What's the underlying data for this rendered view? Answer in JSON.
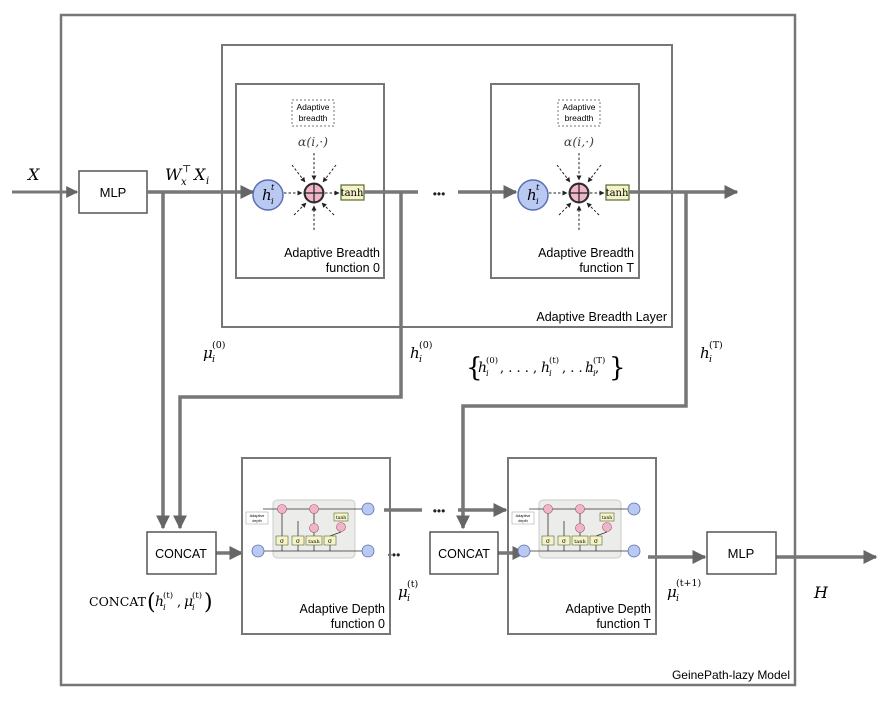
{
  "model_label": "GeinePath-lazy Model",
  "layer_label": "Adaptive  Breadth Layer",
  "input_label": "X",
  "output_label": "H",
  "mlp_in_label": "MLP",
  "mlp_out_label": "MLP",
  "proj_label": "W",
  "proj_sup": "⊤",
  "proj_sub": "x",
  "proj_rest": "X",
  "proj_rest_sub": "i",
  "breadth0": {
    "title_line1": "Adaptive  Breadth",
    "title_line2": "function 0",
    "badge_line1": "Adaptive",
    "badge_line2": "breadth",
    "alpha": "α(i,·)",
    "node": "h",
    "node_sub": "i",
    "node_sup": "t",
    "op": "⊕",
    "act": "tanh"
  },
  "breadthT": {
    "title_line1": "Adaptive  Breadth",
    "title_line2": "function T",
    "badge_line1": "Adaptive",
    "badge_line2": "breadth",
    "alpha": "α(i,·)",
    "node": "h",
    "node_sub": "i",
    "node_sup": "t",
    "op": "⊕",
    "act": "tanh"
  },
  "dots": "•••",
  "mu0": {
    "base": "μ",
    "sub": "i",
    "sup": "(0)"
  },
  "h0": {
    "base": "h",
    "sub": "i",
    "sup": "(0)"
  },
  "hT": {
    "base": "h",
    "sub": "i",
    "sup": "(T)"
  },
  "set": {
    "open": "{",
    "close": "}",
    "items": [
      {
        "base": "h",
        "sub": "i",
        "sup": "(0)"
      },
      {
        "base": "h",
        "sub": "i",
        "sup": "(t)"
      },
      {
        "base": "h",
        "sub": "i",
        "sup": "(T)"
      }
    ],
    "sep": ", . . . , "
  },
  "concat0_label": "CONCAT",
  "concat1_label": "CONCAT",
  "concat_formula": {
    "fn": "CONCAT",
    "h": {
      "base": "h",
      "sub": "i",
      "sup": "(t)"
    },
    "mu": {
      "base": "μ",
      "sub": "i",
      "sup": "(t)"
    }
  },
  "depth0": {
    "title_line1": "Adaptive  Depth",
    "title_line2": "function 0",
    "badge_line1": "Adaptive",
    "badge_line2": "depth",
    "gates": [
      "σ",
      "σ",
      "tanh",
      "σ"
    ],
    "act": "tanh"
  },
  "depthT": {
    "title_line1": "Adaptive  Depth",
    "title_line2": "function T",
    "badge_line1": "Adaptive",
    "badge_line2": "depth",
    "gates": [
      "σ",
      "σ",
      "tanh",
      "σ"
    ],
    "act": "tanh"
  },
  "mut": {
    "base": "μ",
    "sub": "i",
    "sup": "(t)"
  },
  "mut1": {
    "base": "μ",
    "sub": "i",
    "sup": "(t+1)"
  }
}
